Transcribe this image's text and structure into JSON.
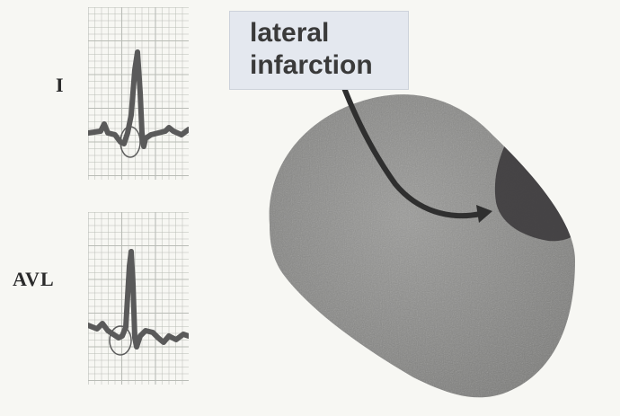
{
  "leads": [
    {
      "label": "I"
    },
    {
      "label": "AVL"
    }
  ],
  "callout": {
    "line1": "lateral",
    "line2": "infarction"
  },
  "colors": {
    "paper": "#f7f7f3",
    "grid": "#b9bcb6",
    "trace": "#5a5a5a",
    "heart": "#8a8a88",
    "infarct": "#3f3d3f",
    "callout_bg": "#e4e8ef"
  }
}
